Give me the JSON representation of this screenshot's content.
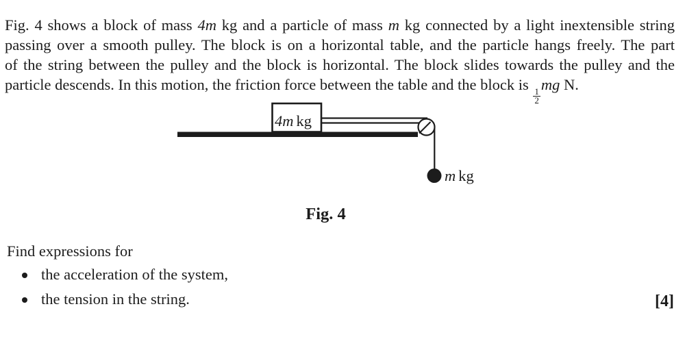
{
  "colors": {
    "ink": "#1c1c1c",
    "background": "#ffffff"
  },
  "paragraph": {
    "l1a": "Fig. 4 shows a block of mass ",
    "l1b": "4m",
    "l1c": " kg and a particle of mass ",
    "l1d": "m",
    "l1e": " kg connected by a light inextensible string",
    "l2": "passing over a smooth pulley. The block is on a horizontal table, and the particle hangs freely. The part",
    "l3": "of the string between the pulley and the block is horizontal. The block slides towards the pulley and the",
    "l4a": "particle descends. In this motion, the friction force between the table and the block is ",
    "frac_num": "1",
    "frac_den": "2",
    "l4b": "mg",
    "l4c": " N."
  },
  "figure": {
    "block_label_var": "4m",
    "block_label_unit": "kg",
    "particle_label_var": "m",
    "particle_label_unit": "kg",
    "caption": "Fig. 4"
  },
  "prompt": {
    "find_text": "Find expressions for",
    "bullet1": "the acceleration of the system,",
    "bullet2": "the tension in the string.",
    "mark": "[4]"
  }
}
